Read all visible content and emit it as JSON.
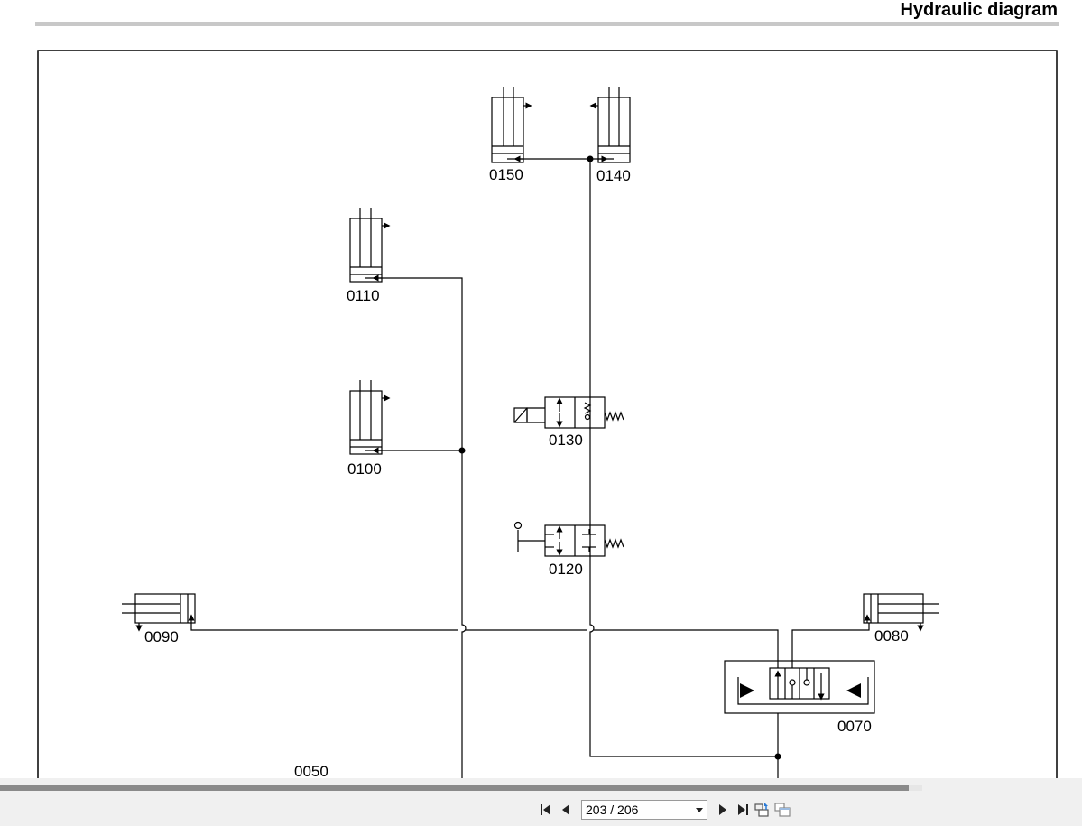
{
  "header": {
    "title": "Hydraulic diagram"
  },
  "diagram": {
    "labels": {
      "c0150": "0150",
      "c0140": "0140",
      "c0110": "0110",
      "c0100": "0100",
      "v0130": "0130",
      "v0120": "0120",
      "c0090": "0090",
      "c0080": "0080",
      "v0070": "0070",
      "c0050": "0050"
    }
  },
  "toolbar": {
    "page_indicator": "203 / 206",
    "progress": 0.985,
    "icons": {
      "first": "first-page-icon",
      "prev": "previous-page-icon",
      "next": "next-page-icon",
      "last": "last-page-icon",
      "export": "export-icon",
      "window": "window-icon"
    },
    "colors": {
      "background": "#f0f0f0",
      "progress": "#8a8a8a"
    }
  }
}
